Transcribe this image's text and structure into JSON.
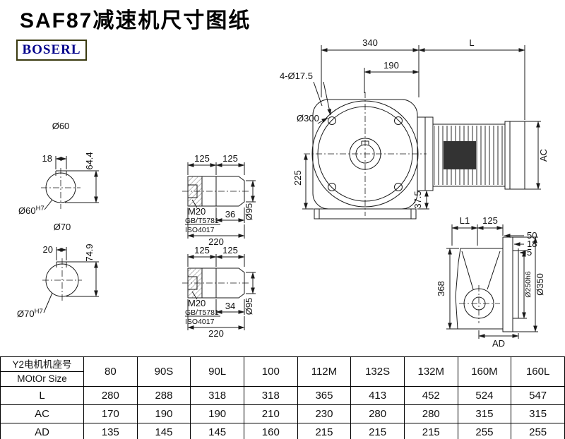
{
  "header": {
    "title": "SAF87减速机尺寸图纸",
    "logo": "BOSERL"
  },
  "views": {
    "shaft_end_60": {
      "label": "Ø60",
      "key_width": "18",
      "key_height": "64.4",
      "bore": "Ø60",
      "bore_tol": "H7"
    },
    "shaft_end_70": {
      "label": "Ø70",
      "key_width": "20",
      "key_height": "74.9",
      "bore": "Ø70",
      "bore_tol": "H7"
    },
    "shaft_top": {
      "seg1": "125",
      "seg2": "125",
      "thread": "M20",
      "std1": "GB/T5781",
      "std2": "ISO4017",
      "key_len": "36",
      "length": "220",
      "dia": "Ø95"
    },
    "shaft_bottom": {
      "seg1": "125",
      "seg2": "125",
      "thread": "M20",
      "std1": "GB/T5781",
      "std2": "ISO4017",
      "key_len": "34",
      "length": "220",
      "dia": "Ø95"
    },
    "front": {
      "body_width": "340",
      "motor_len": "L",
      "hole_span": "190",
      "holes": "4-Ø17.5",
      "flange_dia": "Ø300",
      "center_height": "225",
      "foot_height": "37.5",
      "motor_height": "AC"
    },
    "side": {
      "l1": "L1",
      "w125": "125",
      "d50": "50",
      "d18": "18",
      "d5": "5",
      "height": "368",
      "spigot_dia": "Ø250h6",
      "flange_dia": "Ø350",
      "depth": "AD"
    }
  },
  "table": {
    "header_cn": "Y2电机机座号",
    "header_en": "MOtOr Size",
    "sizes": [
      "80",
      "90S",
      "90L",
      "100",
      "112M",
      "132S",
      "132M",
      "160M",
      "160L"
    ],
    "rows": [
      {
        "label": "L",
        "values": [
          "280",
          "288",
          "318",
          "318",
          "365",
          "413",
          "452",
          "524",
          "547"
        ]
      },
      {
        "label": "AC",
        "values": [
          "170",
          "190",
          "190",
          "210",
          "230",
          "280",
          "280",
          "315",
          "315"
        ]
      },
      {
        "label": "AD",
        "values": [
          "135",
          "145",
          "145",
          "160",
          "215",
          "215",
          "215",
          "255",
          "255"
        ]
      }
    ]
  }
}
